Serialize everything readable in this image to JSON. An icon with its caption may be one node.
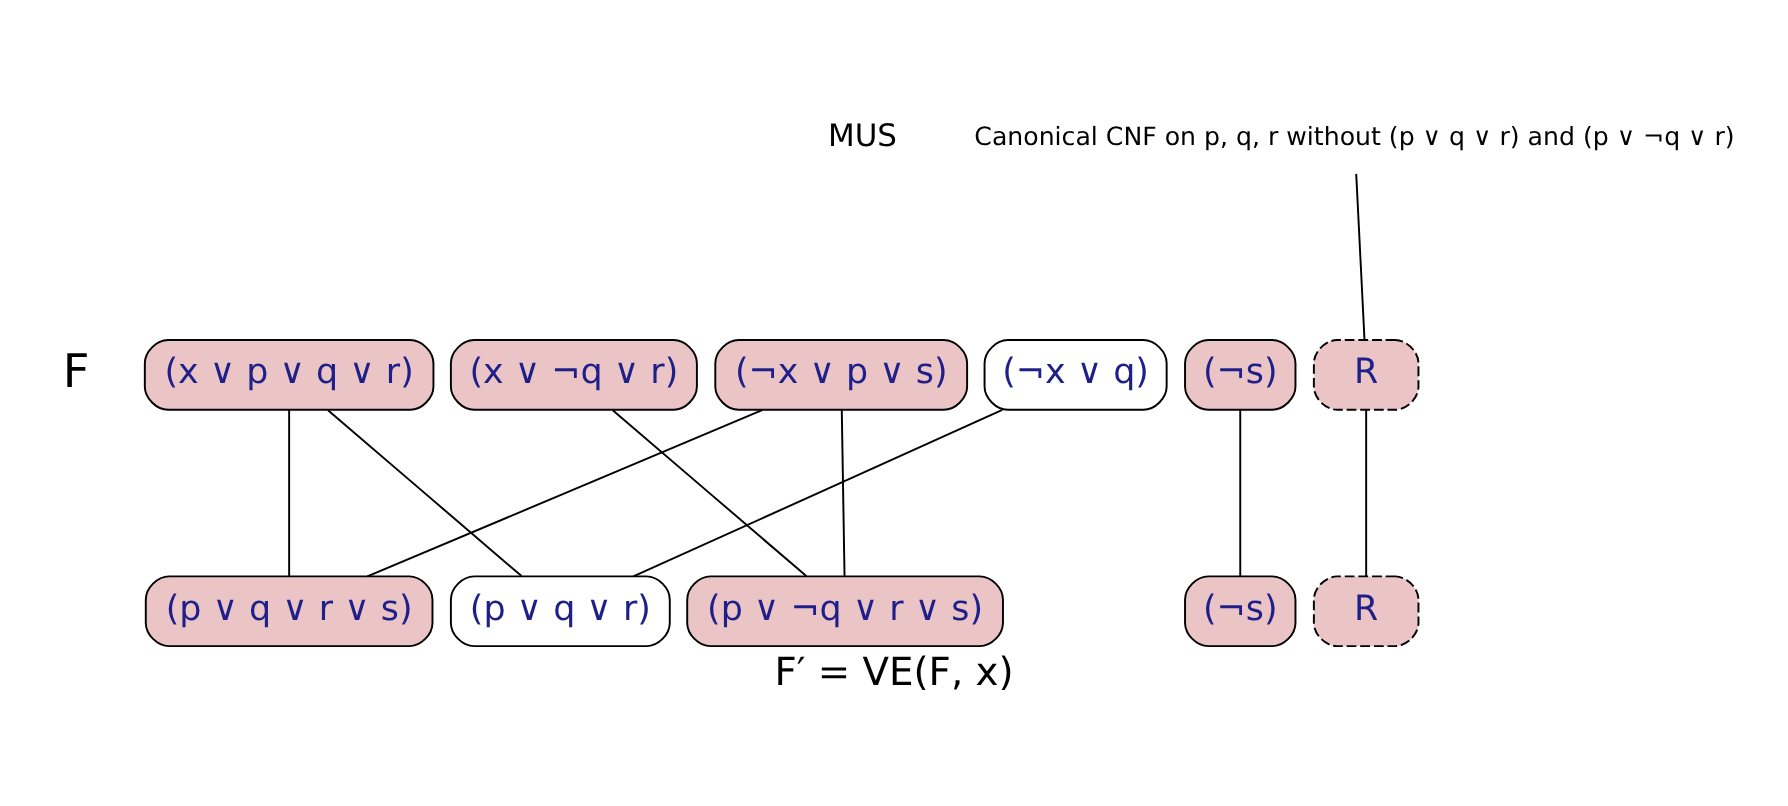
{
  "diagram": {
    "caption": "F′ = VE(F, x)",
    "nodes": [
      {
        "text": [
          "(x ∨ p ∨ q ∨ r)"
        ]
      },
      {
        "text": [
          "(x ∨ ¬q ∨ r)"
        ]
      },
      {
        "text": [
          "(¬x ∨ p ∨ s)"
        ]
      },
      {
        "text": [
          "(¬x ∨ q)"
        ]
      },
      {
        "text": [
          "(¬s)"
        ]
      },
      {
        "text": [
          "R"
        ]
      },
      {
        "text": [
          "(p ∨ q ∨ r ∨ s)"
        ]
      },
      {
        "text": [
          "(p ∨ q ∨ r)"
        ]
      },
      {
        "text": [
          "(p ∨ ¬q ∨ r ∨ s)"
        ]
      },
      {
        "text": [
          "(¬s)"
        ]
      },
      {
        "text": [
          "R"
        ]
      },
      {
        "text": [
          "Canonical CNF on p, q, r without (p ∨ q ∨ r) and (p ∨ ¬q ∨ r)"
        ]
      }
    ],
    "edges": [
      {
        "from": 0,
        "to": 6,
        "arrow": "none"
      },
      {
        "from": 0,
        "to": 7,
        "arrow": "none"
      },
      {
        "from": 1,
        "to": 8,
        "arrow": "none"
      },
      {
        "from": 2,
        "to": 6,
        "arrow": "none"
      },
      {
        "from": 2,
        "to": 8,
        "arrow": "none"
      },
      {
        "from": 3,
        "to": 7,
        "arrow": "none"
      },
      {
        "from": 4,
        "to": 9,
        "arrow": "none"
      },
      {
        "from": 5,
        "to": 10,
        "arrow": "none"
      },
      {
        "from": 11,
        "to": 5,
        "arrow": "none"
      }
    ],
    "labels": [
      "MUS",
      "F"
    ]
  }
}
